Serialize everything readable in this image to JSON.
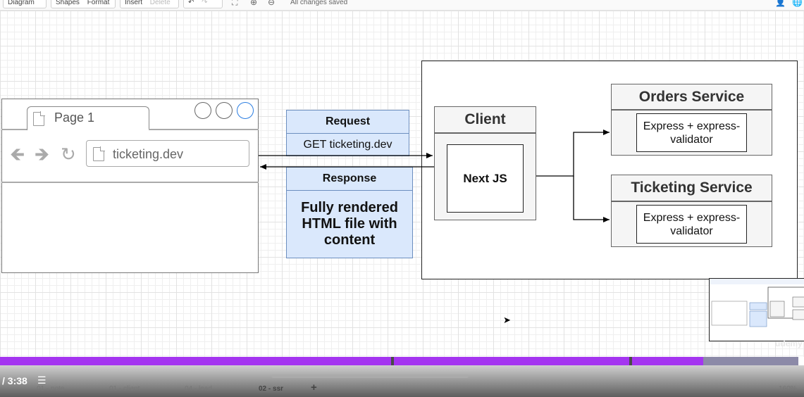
{
  "toolbar": {
    "diagram_label": "Diagram",
    "shapes_label": "Shapes",
    "format_label": "Format",
    "insert_label": "Insert",
    "delete_label": "Delete",
    "status_text": "All changes saved"
  },
  "browser": {
    "tab_label": "Page 1",
    "address": "ticketing.dev"
  },
  "request": {
    "title": "Request",
    "body": "GET ticketing.dev"
  },
  "response": {
    "title": "Response",
    "body": "Fully rendered HTML file with content"
  },
  "client": {
    "title": "Client",
    "inner": "Next JS"
  },
  "orders_service": {
    "title": "Orders Service",
    "inner": "Express + express-validator"
  },
  "ticketing_service": {
    "title": "Ticketing Service",
    "inner": "Express + express-validator"
  },
  "video": {
    "time": "/ 3:38",
    "progress_fraction": 0.875,
    "tabs": [
      "01 - note",
      "01 - client",
      "04 - lead",
      "02 - ssr"
    ],
    "zoom": "160%",
    "watermark": "udemy"
  },
  "colors": {
    "progress": "#a435f0",
    "request_fill": "#dae8fc",
    "request_stroke": "#6c8ebf"
  }
}
